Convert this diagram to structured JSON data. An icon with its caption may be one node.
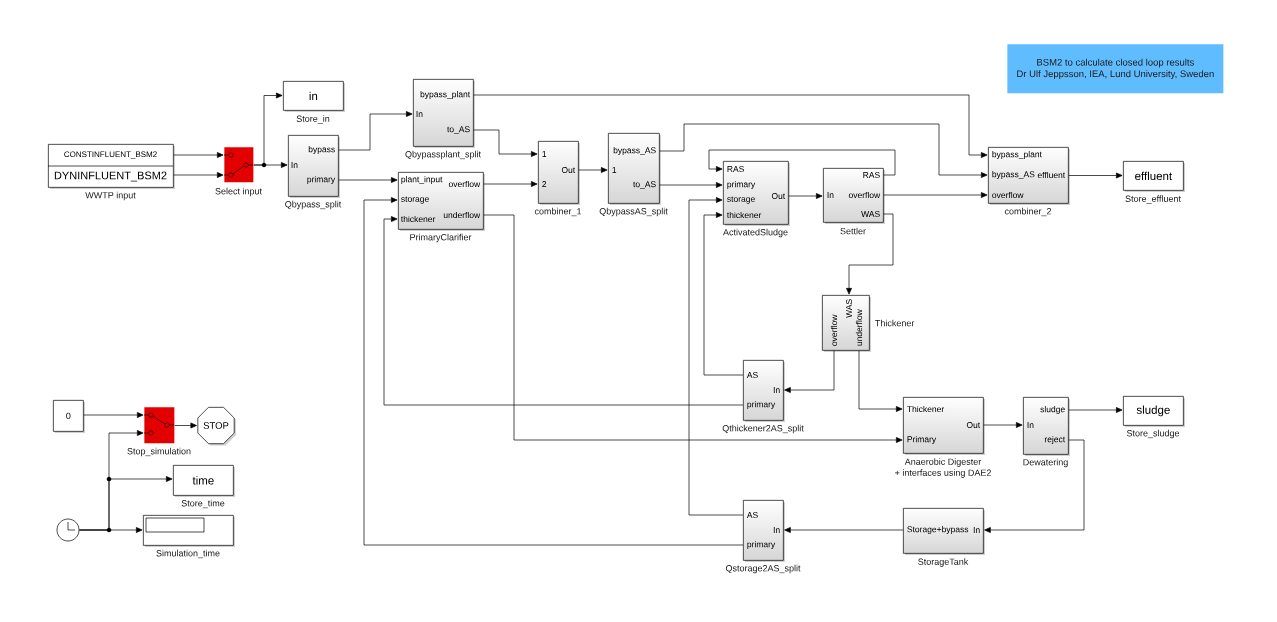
{
  "diagram": {
    "nodes": [
      {
        "text": [
          "CONSTINFLUENT_BSM2",
          "DYNINFLUENT_BSM2"
        ],
        "beside": [
          "WWTP input"
        ]
      },
      {
        "text": [],
        "shape": "box",
        "beside": [
          "Select input"
        ]
      },
      {
        "text": [
          "in"
        ],
        "beside": [
          "Store_in"
        ]
      },
      {
        "text": [
          "bypass",
          "In",
          "primary"
        ],
        "beside": [
          "Qbypass_split"
        ]
      },
      {
        "text": [
          "bypass_plant",
          "In",
          "to_AS"
        ],
        "beside": [
          "Qbypassplant_split"
        ]
      },
      {
        "text": [
          "plant_input",
          "overflow",
          "storage",
          "thickener",
          "underflow"
        ],
        "beside": [
          "PrimaryClarifier"
        ]
      },
      {
        "text": [
          "1",
          "Out",
          "2"
        ],
        "beside": [
          "combiner_1"
        ]
      },
      {
        "text": [
          "bypass_AS",
          "1",
          "to_AS"
        ],
        "beside": [
          "QbypassAS_split"
        ]
      },
      {
        "text": [
          "RAS",
          "primary",
          "storage",
          "Out",
          "thickener"
        ],
        "beside": [
          "ActivatedSludge"
        ]
      },
      {
        "text": [
          "RAS",
          "In",
          "overflow",
          "WAS"
        ],
        "beside": [
          "Settler"
        ]
      },
      {
        "text": [
          "bypass_plant",
          "bypass_AS",
          "effluent",
          "overflow"
        ],
        "beside": [
          "combiner_2"
        ]
      },
      {
        "text": [
          "effluent"
        ],
        "beside": [
          "Store_effluent"
        ]
      },
      {
        "text": [
          "overflow",
          "WAS",
          "underflow"
        ],
        "beside": [
          "Thickener"
        ]
      },
      {
        "text": [
          "AS",
          "In",
          "primary"
        ],
        "beside": [
          "Qthickener2AS_split"
        ]
      },
      {
        "text": [
          "Thickener",
          "Out",
          "Primary"
        ],
        "beside": [
          "Anaerobic Digester + interfaces using DAE2"
        ]
      },
      {
        "text": [
          "sludge",
          "In",
          "reject"
        ],
        "beside": [
          "Dewatering"
        ]
      },
      {
        "text": [
          "sludge"
        ],
        "beside": [
          "Store_sludge"
        ]
      },
      {
        "text": [
          "AS",
          "In",
          "primary"
        ],
        "beside": [
          "Qstorage2AS_split"
        ]
      },
      {
        "text": [
          "Storage+bypass",
          "In"
        ],
        "beside": [
          "StorageTank"
        ]
      },
      {
        "text": [
          "0"
        ]
      },
      {
        "text": [],
        "shape": "box",
        "beside": [
          "Stop_simulation"
        ]
      },
      {
        "text": [
          "STOP"
        ]
      },
      {
        "text": [
          "time"
        ],
        "beside": [
          "Store_time"
        ]
      },
      {
        "text": [],
        "shape": "circle"
      },
      {
        "text": [],
        "shape": "box",
        "beside": [
          "Simulation_time"
        ]
      },
      {
        "text": [
          "BSM2 to calculate closed loop results Dr Ulf Jeppsson, IEA, Lund University, Sweden"
        ]
      }
    ],
    "edges": [
      {
        "from": 0,
        "to": 1,
        "arrow": "to"
      },
      {
        "from": 0,
        "to": 1,
        "arrow": "to"
      },
      {
        "from": 1,
        "to": 3,
        "arrow": "to"
      },
      {
        "from": 1,
        "to": 2,
        "arrow": "to"
      },
      {
        "from": 3,
        "to": 4,
        "arrow": "to"
      },
      {
        "from": 3,
        "to": 5,
        "arrow": "to"
      },
      {
        "from": 4,
        "to": 6,
        "arrow": "to"
      },
      {
        "from": 4,
        "to": 10,
        "arrow": "to"
      },
      {
        "from": 5,
        "to": 6,
        "arrow": "to"
      },
      {
        "from": 5,
        "to": 14,
        "arrow": "to"
      },
      {
        "from": 6,
        "to": 7,
        "arrow": "to"
      },
      {
        "from": 7,
        "to": 10,
        "arrow": "to"
      },
      {
        "from": 7,
        "to": 8,
        "arrow": "to"
      },
      {
        "from": 8,
        "to": 9,
        "arrow": "to"
      },
      {
        "from": 9,
        "to": 8,
        "arrow": "to"
      },
      {
        "from": 9,
        "to": 10,
        "arrow": "to"
      },
      {
        "from": 9,
        "to": 12,
        "arrow": "to"
      },
      {
        "from": 10,
        "to": 11,
        "arrow": "to"
      },
      {
        "from": 12,
        "to": 13,
        "arrow": "to"
      },
      {
        "from": 12,
        "to": 14,
        "arrow": "to"
      },
      {
        "from": 13,
        "to": 8,
        "arrow": "to"
      },
      {
        "from": 13,
        "to": 5,
        "arrow": "to"
      },
      {
        "from": 14,
        "to": 15,
        "arrow": "to"
      },
      {
        "from": 15,
        "to": 16,
        "arrow": "to"
      },
      {
        "from": 15,
        "to": 18,
        "arrow": "to"
      },
      {
        "from": 18,
        "to": 17,
        "arrow": "to"
      },
      {
        "from": 17,
        "to": 8,
        "arrow": "to"
      },
      {
        "from": 17,
        "to": 5,
        "arrow": "to"
      },
      {
        "from": 19,
        "to": 20,
        "arrow": "to"
      },
      {
        "from": 20,
        "to": 21,
        "arrow": "to"
      },
      {
        "from": 23,
        "to": 24,
        "arrow": "to"
      },
      {
        "from": 23,
        "to": 22,
        "arrow": "to"
      },
      {
        "from": 23,
        "to": 20,
        "arrow": "to"
      }
    ]
  }
}
